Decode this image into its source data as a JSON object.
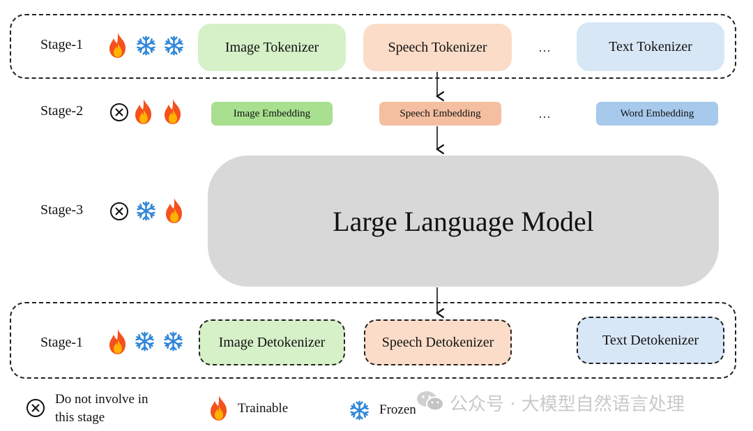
{
  "stages": {
    "stage1_top": "Stage-1",
    "stage2": "Stage-2",
    "stage3": "Stage-3",
    "stage1_bottom": "Stage-1"
  },
  "tokenizers": {
    "image": "Image Tokenizer",
    "speech": "Speech Tokenizer",
    "ellipsis": "…",
    "text": "Text Tokenizer"
  },
  "embeddings": {
    "image": "Image Embedding",
    "speech": "Speech Embedding",
    "ellipsis": "…",
    "word": "Word Embedding"
  },
  "llm": {
    "title": "Large Language Model"
  },
  "detokenizers": {
    "image": "Image Detokenizer",
    "speech": "Speech Detokenizer",
    "text": "Text Detokenizer"
  },
  "legend": {
    "not_involved_line1": "Do not involve in",
    "not_involved_line2": "this stage",
    "trainable": "Trainable",
    "frozen": "Frozen"
  },
  "watermark": "公众号 · 大模型自然语言处理",
  "icons": {
    "trainable": "fire-icon",
    "frozen": "snowflake-icon",
    "not_involved": "circled-x-icon"
  },
  "colors": {
    "image_light": "#d6f0c8",
    "image_strong": "#a8e08f",
    "speech_light": "#fbdcc8",
    "speech_strong": "#f4bea0",
    "text_light": "#d8e7f6",
    "text_strong": "#a7c9ec",
    "llm": "#d8d8d8",
    "flame_outer": "#f4511e",
    "flame_inner": "#ffb300",
    "snowflake": "#2f86d8"
  }
}
